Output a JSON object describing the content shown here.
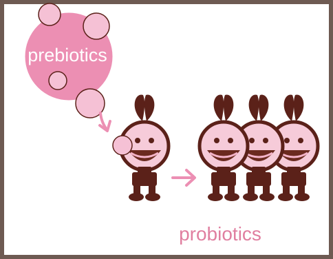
{
  "labels": {
    "prebiotics": "prebiotics",
    "probiotics": "probiotics"
  },
  "colors": {
    "border": "#6e5a52",
    "background": "#ffffff",
    "bubble_pink": "#ec8fb3",
    "light_pink": "#f5c1d5",
    "label_pink": "#e07fa0",
    "brown": "#5b2119",
    "face_pink": "#f6cbd9",
    "mouth_brown": "#6b2a1f",
    "white": "#ffffff"
  },
  "icons": {
    "flow_arrow_1": "curved-arrow-icon",
    "flow_arrow_2": "right-arrow-icon",
    "character": "smiling-probiotic-character-icon"
  },
  "diagram": {
    "nodes": [
      {
        "id": "prebiotics",
        "label": "prebiotics"
      },
      {
        "id": "single-character"
      },
      {
        "id": "probiotics-group",
        "label": "probiotics"
      }
    ],
    "edges": [
      {
        "from": "prebiotics",
        "to": "single-character"
      },
      {
        "from": "single-character",
        "to": "probiotics-group"
      }
    ]
  }
}
